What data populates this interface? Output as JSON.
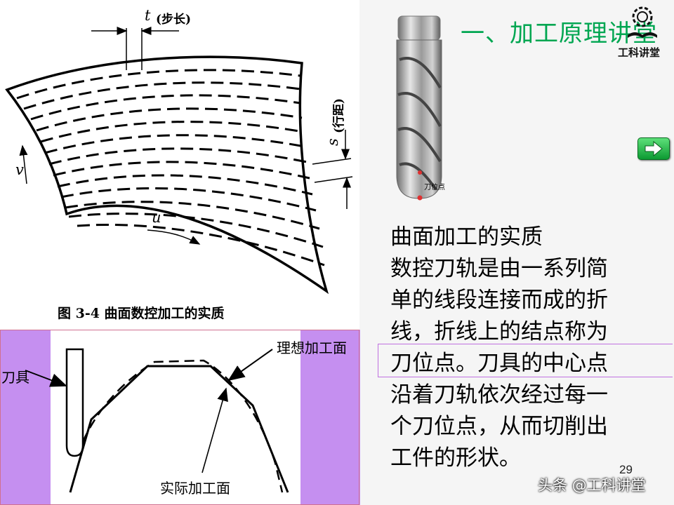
{
  "slide": {
    "title": "一、加工原理讲堂",
    "brand": "工科讲堂",
    "page_number": "29",
    "watermark": "头条 @工科讲堂",
    "description_lines": [
      "曲面加工的实质",
      "数控刀轨是由一系列简",
      "单的线段连接而成的折",
      "线，折线上的结点称为",
      "刀位点。刀具的中心点",
      "沿着刀轨依次经过每一",
      "个刀位点，从而切削出",
      "工件的形状。"
    ]
  },
  "figure_top": {
    "caption": "图 3-4   曲面数控加工的实质",
    "label_t": "t",
    "label_step": "(步长)",
    "label_s": "s",
    "label_row": "(行距)",
    "label_v": "v",
    "label_u": "u"
  },
  "figure_tool": {
    "label": "刀位点"
  },
  "figure_bottom": {
    "label_tool": "刀具",
    "label_ideal": "理想加工面",
    "label_actual": "实际加工面"
  },
  "colors": {
    "title": "#00a651",
    "frame": "#c58ff0",
    "next_button": "#22b84a"
  },
  "icons": {
    "next": "arrow-right-icon",
    "logo": "gear-book-icon"
  }
}
